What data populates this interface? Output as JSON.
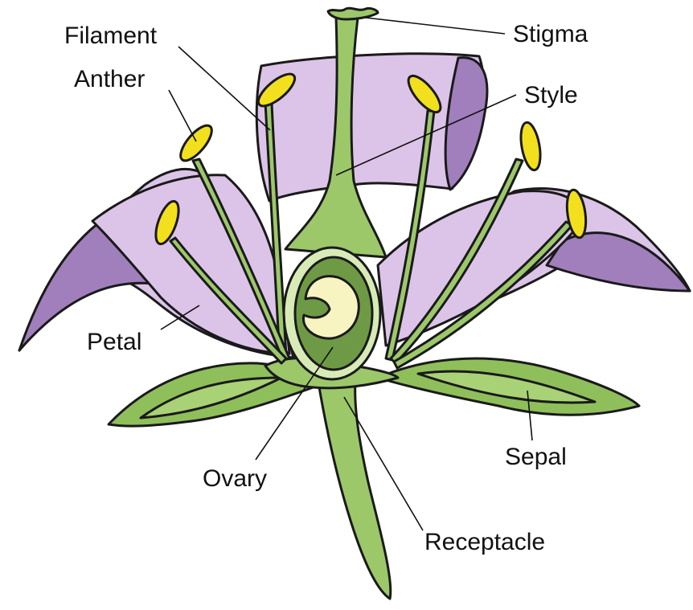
{
  "labels": {
    "stigma": "Stigma",
    "filament": "Filament",
    "anther": "Anther",
    "style": "Style",
    "petal": "Petal",
    "sepal": "Sepal",
    "ovary": "Ovary",
    "receptacle": "Receptacle"
  },
  "colors": {
    "petal": "#dcc4e8",
    "petal_shade": "#a07fbc",
    "sepal": "#8fbf5a",
    "stem": "#9cc86a",
    "anther": "#f2e01e",
    "ovary_outer": "#d8ebb6",
    "ovary_inner": "#6f9a45",
    "ovule": "#f8f4c2",
    "ink": "#1a1a1a"
  }
}
